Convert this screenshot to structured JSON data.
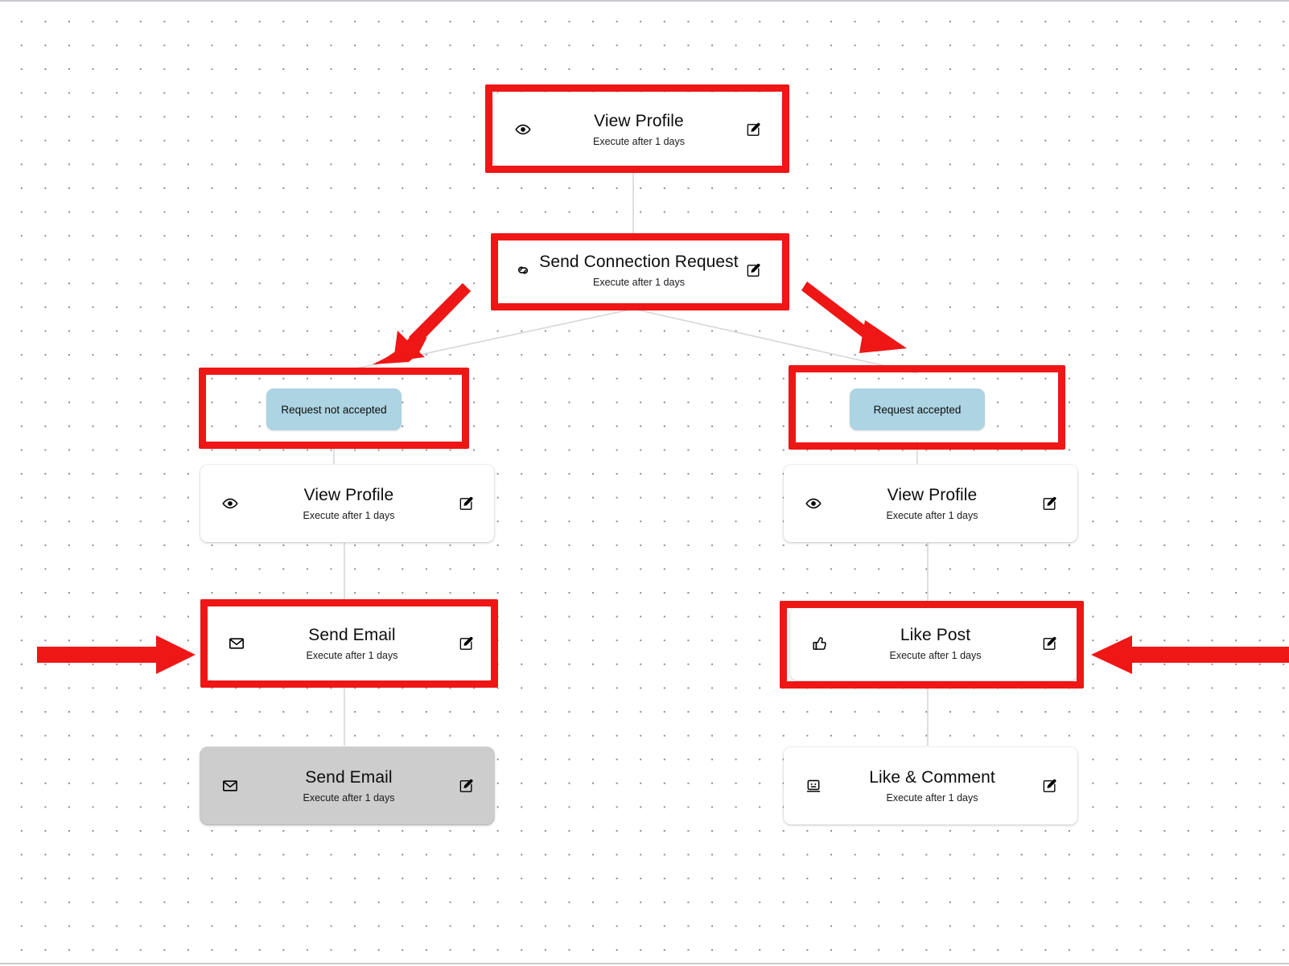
{
  "canvas": {
    "background": "#ffffff",
    "dot_color": "#8a8a96",
    "annotation_color": "#ef1616",
    "branch_label_color": "#ADD4E2",
    "selected_node_color": "#cdcdcd"
  },
  "nodes": [
    {
      "id": "view-profile-root",
      "title": "View Profile",
      "subtitle": "Execute after 1 days",
      "icon": "eye-icon",
      "edit_icon": "edit-pencil-icon",
      "state": "default"
    },
    {
      "id": "send-connection-request",
      "title": "Send Connection Request",
      "subtitle": "Execute after 1 days",
      "icon": "link-chain-icon",
      "edit_icon": "edit-pencil-icon",
      "state": "default"
    },
    {
      "id": "view-profile-left",
      "title": "View Profile",
      "subtitle": "Execute after 1 days",
      "icon": "eye-icon",
      "edit_icon": "edit-pencil-icon",
      "state": "default"
    },
    {
      "id": "send-email-left",
      "title": "Send Email",
      "subtitle": "Execute after 1 days",
      "icon": "envelope-icon",
      "edit_icon": "edit-pencil-icon",
      "state": "default"
    },
    {
      "id": "send-email-left-2",
      "title": "Send Email",
      "subtitle": "Execute after 1 days",
      "icon": "envelope-icon",
      "edit_icon": "edit-pencil-icon",
      "state": "selected"
    },
    {
      "id": "view-profile-right",
      "title": "View Profile",
      "subtitle": "Execute after 1 days",
      "icon": "eye-icon",
      "edit_icon": "edit-pencil-icon",
      "state": "default"
    },
    {
      "id": "like-post-right",
      "title": "Like Post",
      "subtitle": "Execute after 1 days",
      "icon": "thumbs-up-icon",
      "edit_icon": "edit-pencil-icon",
      "state": "default"
    },
    {
      "id": "like-comment-right",
      "title": "Like & Comment",
      "subtitle": "Execute after 1 days",
      "icon": "comment-face-icon",
      "edit_icon": "edit-pencil-icon",
      "state": "default"
    }
  ],
  "branch_labels": [
    {
      "id": "branch-not-accepted",
      "text": "Request not accepted"
    },
    {
      "id": "branch-accepted",
      "text": "Request accepted"
    }
  ],
  "annotations": {
    "highlight_rects": [
      "view-profile-root",
      "send-connection-request",
      "branch-not-accepted",
      "branch-accepted",
      "send-email-left",
      "like-post-right"
    ],
    "arrows": [
      "arrow-to-request-not-accepted",
      "arrow-to-request-accepted",
      "arrow-to-send-email",
      "arrow-to-like-post"
    ]
  }
}
